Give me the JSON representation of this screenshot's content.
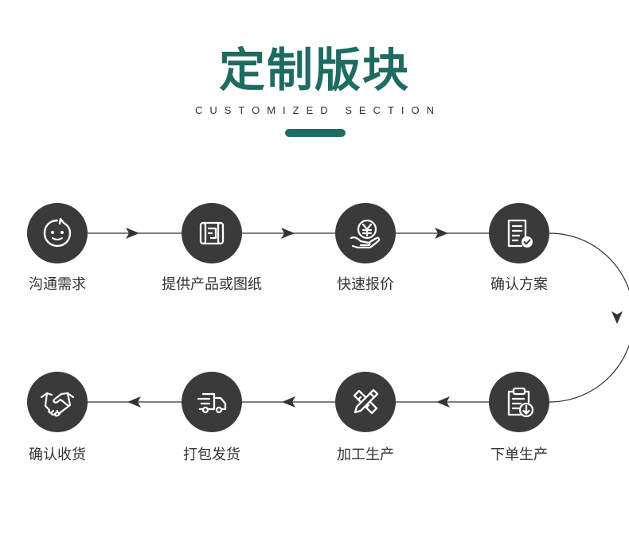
{
  "header": {
    "title": "定制版块",
    "subtitle": "CUSTOMIZED SECTION"
  },
  "steps": [
    {
      "label": "沟通需求",
      "icon": "chat-bubble-icon"
    },
    {
      "label": "提供产品或图纸",
      "icon": "blueprint-scroll-icon"
    },
    {
      "label": "快速报价",
      "icon": "yen-hand-icon"
    },
    {
      "label": "确认方案",
      "icon": "checklist-document-icon"
    },
    {
      "label": "下单生产",
      "icon": "clipboard-download-icon"
    },
    {
      "label": "加工生产",
      "icon": "ruler-pencil-icon"
    },
    {
      "label": "打包发货",
      "icon": "delivery-truck-icon"
    },
    {
      "label": "确认收货",
      "icon": "handshake-icon"
    }
  ],
  "colors": {
    "accent": "#1f6b62",
    "circle": "#3a3a3a",
    "line": "#333333"
  }
}
